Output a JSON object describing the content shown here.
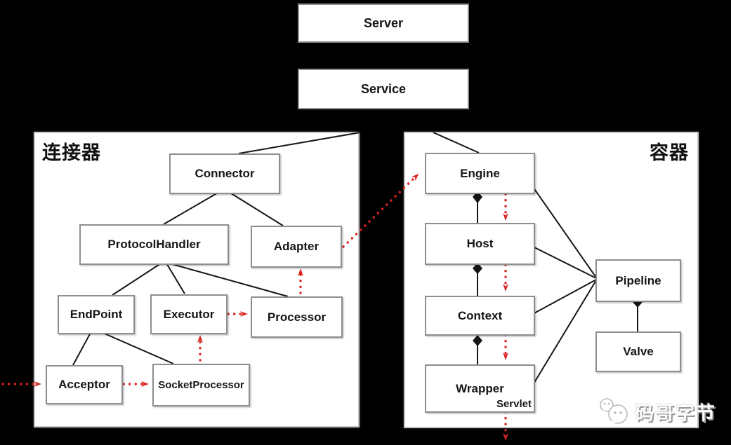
{
  "top": {
    "server": "Server",
    "service": "Service"
  },
  "connector_panel": {
    "title": "连接器",
    "boxes": {
      "connector": "Connector",
      "protocol_handler": "ProtocolHandler",
      "adapter": "Adapter",
      "endpoint": "EndPoint",
      "executor": "Executor",
      "processor": "Processor",
      "acceptor": "Acceptor",
      "socket_processor": "SocketProcessor"
    }
  },
  "container_panel": {
    "title": "容器",
    "boxes": {
      "engine": "Engine",
      "host": "Host",
      "context": "Context",
      "wrapper": "Wrapper",
      "servlet": "Servlet",
      "pipeline": "Pipeline",
      "valve": "Valve"
    }
  },
  "watermark": {
    "text": "码哥字节",
    "icon": "wechat-chat-faces-icon"
  },
  "colors": {
    "accent_red": "#d92421",
    "line_black": "#161616",
    "panel_bg": "#ffffff",
    "page_bg": "#000000"
  }
}
